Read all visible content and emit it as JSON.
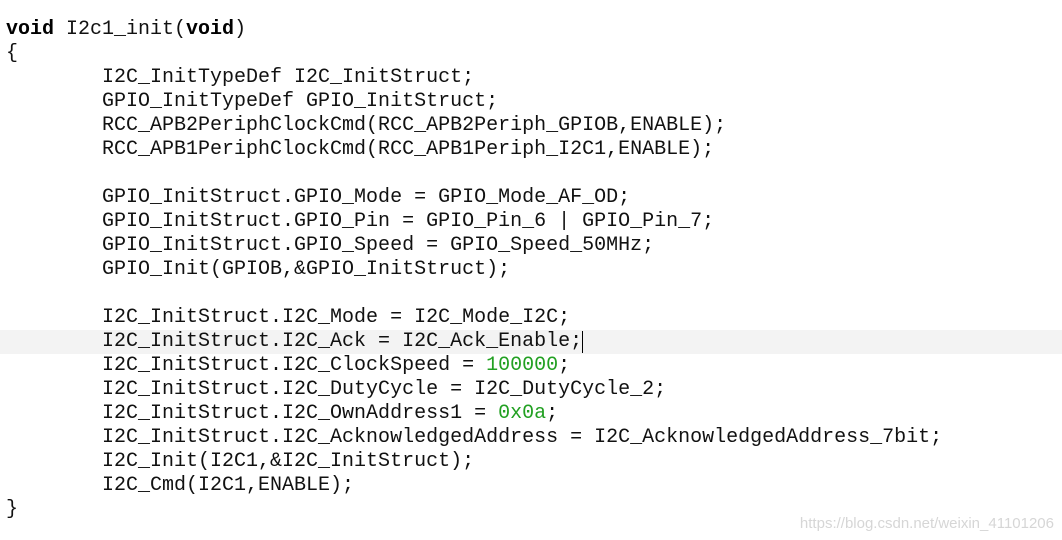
{
  "editor": {
    "lines": [
      [
        {
          "t": "void",
          "c": "kw"
        },
        {
          "t": " I2c1_init("
        },
        {
          "t": "void",
          "c": "kw"
        },
        {
          "t": ")"
        }
      ],
      [
        {
          "t": "{"
        }
      ],
      [
        {
          "t": "        I2C_InitTypeDef I2C_InitStruct;"
        }
      ],
      [
        {
          "t": "        GPIO_InitTypeDef GPIO_InitStruct;"
        }
      ],
      [
        {
          "t": "        RCC_APB2PeriphClockCmd(RCC_APB2Periph_GPIOB,ENABLE);"
        }
      ],
      [
        {
          "t": "        RCC_APB1PeriphClockCmd(RCC_APB1Periph_I2C1,ENABLE);"
        }
      ],
      [
        {
          "t": ""
        }
      ],
      [
        {
          "t": "        GPIO_InitStruct.GPIO_Mode = GPIO_Mode_AF_OD;"
        }
      ],
      [
        {
          "t": "        GPIO_InitStruct.GPIO_Pin = GPIO_Pin_6 | GPIO_Pin_7;"
        }
      ],
      [
        {
          "t": "        GPIO_InitStruct.GPIO_Speed = GPIO_Speed_50MHz;"
        }
      ],
      [
        {
          "t": "        GPIO_Init(GPIOB,&GPIO_InitStruct);"
        }
      ],
      [
        {
          "t": ""
        }
      ],
      [
        {
          "t": "        I2C_InitStruct.I2C_Mode = I2C_Mode_I2C;"
        }
      ],
      [
        {
          "t": "        I2C_InitStruct.I2C_Ack = I2C_Ack_Enable;"
        }
      ],
      [
        {
          "t": "        I2C_InitStruct.I2C_ClockSpeed = "
        },
        {
          "t": "100000",
          "c": "num"
        },
        {
          "t": ";"
        }
      ],
      [
        {
          "t": "        I2C_InitStruct.I2C_DutyCycle = I2C_DutyCycle_2;"
        }
      ],
      [
        {
          "t": "        I2C_InitStruct.I2C_OwnAddress1 = "
        },
        {
          "t": "0x0a",
          "c": "num"
        },
        {
          "t": ";"
        }
      ],
      [
        {
          "t": "        I2C_InitStruct.I2C_AcknowledgedAddress = I2C_AcknowledgedAddress_7bit;"
        }
      ],
      [
        {
          "t": "        I2C_Init(I2C1,&I2C_InitStruct);"
        }
      ],
      [
        {
          "t": "        I2C_Cmd(I2C1,ENABLE);"
        }
      ],
      [
        {
          "t": "}"
        }
      ]
    ],
    "current_line_index": 13,
    "colors": {
      "background": "#ffffff",
      "text": "#111111",
      "keyword": "#000000",
      "number": "#22a022",
      "current_line": "#f3f3f3"
    }
  },
  "watermark": "https://blog.csdn.net/weixin_41101206"
}
